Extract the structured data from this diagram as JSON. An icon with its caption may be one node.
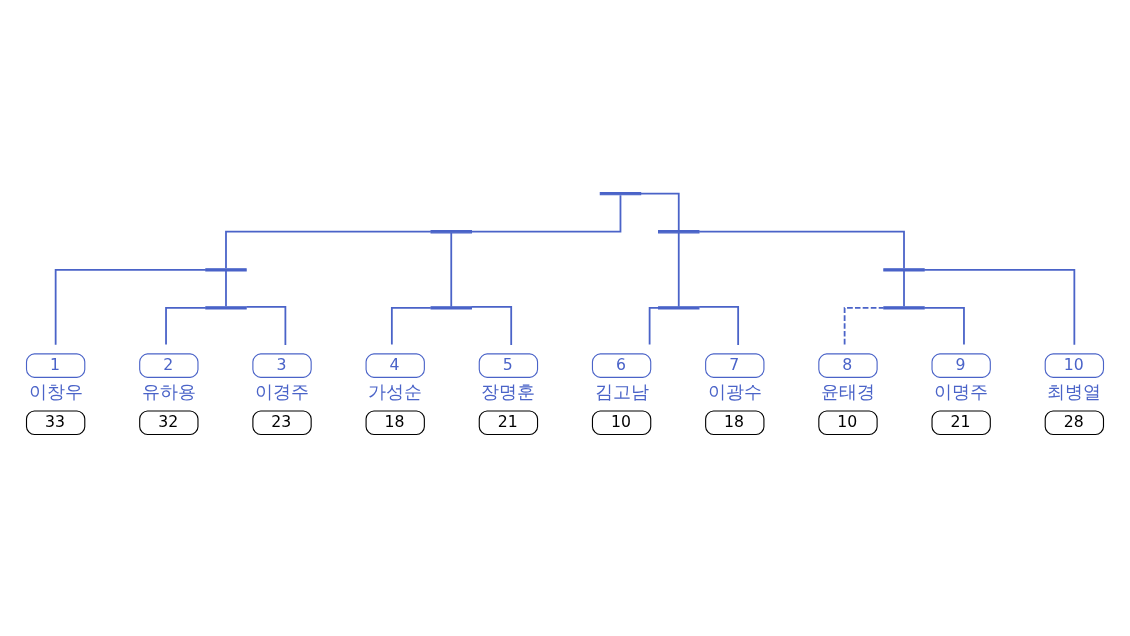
{
  "diagram": {
    "nodes": [
      {
        "text": [
          "1",
          "이창우",
          "33"
        ]
      },
      {
        "text": [
          "2",
          "유하용",
          "32"
        ]
      },
      {
        "text": [
          "3",
          "이경주",
          "23"
        ]
      },
      {
        "text": [
          "4",
          "가성순",
          "18"
        ]
      },
      {
        "text": [
          "5",
          "장명훈",
          "21"
        ]
      },
      {
        "text": [
          "6",
          "김고남",
          "10"
        ]
      },
      {
        "text": [
          "7",
          "이광수",
          "18"
        ]
      },
      {
        "text": [
          "8",
          "윤태경",
          "10"
        ]
      },
      {
        "text": [
          "9",
          "이명주",
          "21"
        ]
      },
      {
        "text": [
          "10",
          "최병열",
          "28"
        ]
      },
      {
        "text": [],
        "shape": "bar"
      },
      {
        "text": [],
        "shape": "bar"
      },
      {
        "text": [],
        "shape": "bar"
      },
      {
        "text": [],
        "shape": "bar"
      },
      {
        "text": [],
        "shape": "bar"
      },
      {
        "text": [],
        "shape": "bar"
      },
      {
        "text": [],
        "shape": "bar"
      },
      {
        "text": [],
        "shape": "bar"
      },
      {
        "text": [],
        "shape": "bar"
      }
    ],
    "edges": [
      {
        "from": 11,
        "to": 10,
        "arrow": "none"
      },
      {
        "from": 12,
        "to": 10,
        "arrow": "none"
      },
      {
        "from": 13,
        "to": 11,
        "arrow": "none"
      },
      {
        "from": 14,
        "to": 11,
        "arrow": "none"
      },
      {
        "from": 15,
        "to": 12,
        "arrow": "none"
      },
      {
        "from": 16,
        "to": 12,
        "arrow": "none"
      },
      {
        "from": 0,
        "to": 13,
        "arrow": "none"
      },
      {
        "from": 17,
        "to": 13,
        "arrow": "none"
      },
      {
        "from": 3,
        "to": 14,
        "arrow": "none"
      },
      {
        "from": 4,
        "to": 14,
        "arrow": "none"
      },
      {
        "from": 5,
        "to": 15,
        "arrow": "none"
      },
      {
        "from": 6,
        "to": 15,
        "arrow": "none"
      },
      {
        "from": 18,
        "to": 16,
        "arrow": "none"
      },
      {
        "from": 9,
        "to": 16,
        "arrow": "none"
      },
      {
        "from": 1,
        "to": 17,
        "arrow": "none"
      },
      {
        "from": 2,
        "to": 17,
        "arrow": "none"
      },
      {
        "from": 7,
        "to": 18,
        "arrow": "none",
        "style": "dashed"
      },
      {
        "from": 8,
        "to": 18,
        "arrow": "none"
      }
    ]
  }
}
